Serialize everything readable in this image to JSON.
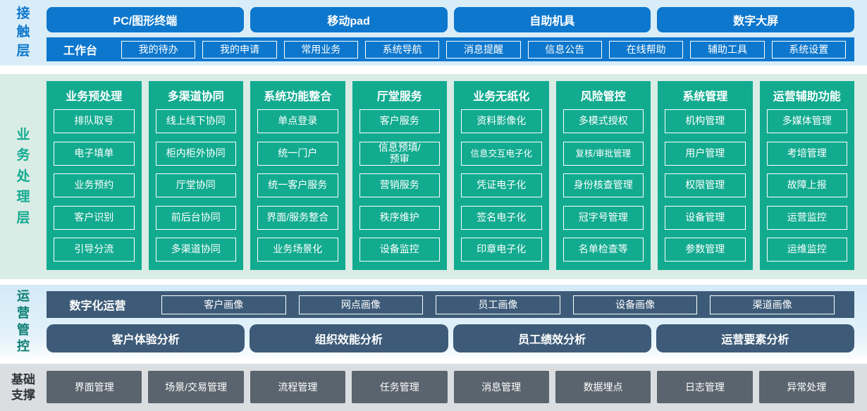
{
  "colors": {
    "blue": "#0d77cd",
    "teal": "#12ab90",
    "slate": "#3d5b78",
    "gray": "#5a646e"
  },
  "contact_layer": {
    "label": "接触层",
    "terminals": [
      "PC/图形终端",
      "移动pad",
      "自助机具",
      "数字大屏"
    ],
    "workbench": {
      "label": "工作台",
      "items": [
        "我的待办",
        "我的申请",
        "常用业务",
        "系统导航",
        "消息提醒",
        "信息公告",
        "在线帮助",
        "辅助工具",
        "系统设置"
      ]
    }
  },
  "business_layer": {
    "label": "业务处理层",
    "columns": [
      {
        "title": "业务预处理",
        "items": [
          "排队取号",
          "电子填单",
          "业务预约",
          "客户识别",
          "引导分流"
        ]
      },
      {
        "title": "多渠道协同",
        "items": [
          "线上线下协同",
          "柜内柜外协同",
          "厅堂协同",
          "前后台协同",
          "多渠道协同"
        ]
      },
      {
        "title": "系统功能整合",
        "items": [
          "单点登录",
          "统一门户",
          "统一客户服务",
          "界面/服务整合",
          "业务场景化"
        ]
      },
      {
        "title": "厅堂服务",
        "items": [
          "客户服务",
          "信息预填/\n预审",
          "营销服务",
          "秩序维护",
          "设备监控"
        ]
      },
      {
        "title": "业务无纸化",
        "items": [
          "资料影像化",
          "信息交互电子化",
          "凭证电子化",
          "签名电子化",
          "印章电子化"
        ]
      },
      {
        "title": "风险管控",
        "items": [
          "多模式授权",
          "复核/审批管理",
          "身份核查管理",
          "冠字号管理",
          "名单检查等"
        ]
      },
      {
        "title": "系统管理",
        "items": [
          "机构管理",
          "用户管理",
          "权限管理",
          "设备管理",
          "参数管理"
        ]
      },
      {
        "title": "运营辅助功能",
        "items": [
          "多媒体管理",
          "考培管理",
          "故障上报",
          "运营监控",
          "运维监控"
        ]
      }
    ]
  },
  "operations_layer": {
    "label": "运营管控",
    "digital_ops": {
      "label": "数字化运营",
      "items": [
        "客户画像",
        "网点画像",
        "员工画像",
        "设备画像",
        "渠道画像"
      ]
    },
    "analysis": [
      "客户体验分析",
      "组织效能分析",
      "员工绩效分析",
      "运营要素分析"
    ]
  },
  "foundation_layer": {
    "label": "基础支撑",
    "items": [
      "界面管理",
      "场景/交易管理",
      "流程管理",
      "任务管理",
      "消息管理",
      "数据埋点",
      "日志管理",
      "异常处理"
    ]
  }
}
